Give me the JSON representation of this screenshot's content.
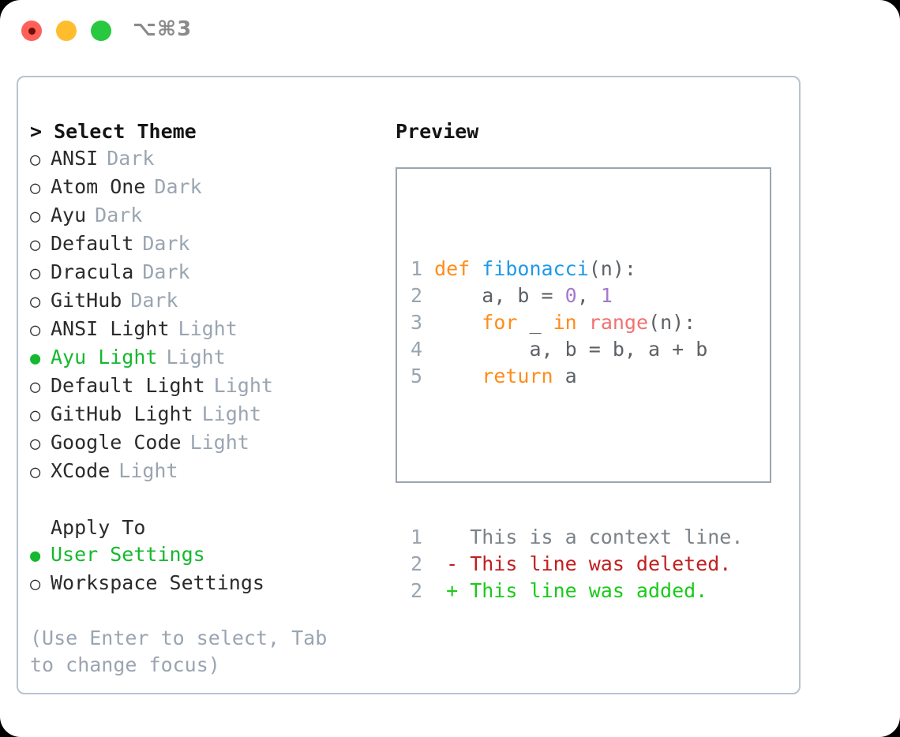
{
  "titlebar": {
    "shortcut": "⌥⌘3",
    "buttons": [
      {
        "name": "close",
        "color": "#ff6058"
      },
      {
        "name": "minimize",
        "color": "#ffbd2e"
      },
      {
        "name": "maximize",
        "color": "#28c840"
      }
    ]
  },
  "theme_picker": {
    "heading": "> Select Theme",
    "options": [
      {
        "label": "ANSI",
        "tag": "Dark",
        "selected": false
      },
      {
        "label": "Atom One",
        "tag": "Dark",
        "selected": false
      },
      {
        "label": "Ayu",
        "tag": "Dark",
        "selected": false
      },
      {
        "label": "Default",
        "tag": "Dark",
        "selected": false
      },
      {
        "label": "Dracula",
        "tag": "Dark",
        "selected": false
      },
      {
        "label": "GitHub",
        "tag": "Dark",
        "selected": false
      },
      {
        "label": "ANSI Light",
        "tag": "Light",
        "selected": false
      },
      {
        "label": "Ayu Light",
        "tag": "Light",
        "selected": true
      },
      {
        "label": "Default Light",
        "tag": "Light",
        "selected": false
      },
      {
        "label": "GitHub Light",
        "tag": "Light",
        "selected": false
      },
      {
        "label": "Google Code",
        "tag": "Light",
        "selected": false
      },
      {
        "label": "XCode",
        "tag": "Light",
        "selected": false
      }
    ],
    "marker_selected": "●",
    "marker_unselected": "○"
  },
  "apply_to": {
    "heading": "Apply To",
    "options": [
      {
        "label": "User Settings",
        "selected": true
      },
      {
        "label": "Workspace Settings",
        "selected": false
      }
    ]
  },
  "hint": "(Use Enter to select, Tab to change focus)",
  "preview": {
    "heading": "Preview",
    "code_lines": [
      {
        "num": "1",
        "tokens": [
          {
            "t": "def ",
            "c": "kw"
          },
          {
            "t": "fibonacci",
            "c": "fn"
          },
          {
            "t": "(n):",
            "c": "plain"
          }
        ]
      },
      {
        "num": "2",
        "tokens": [
          {
            "t": "    a, b = ",
            "c": "plain"
          },
          {
            "t": "0",
            "c": "num"
          },
          {
            "t": ", ",
            "c": "plain"
          },
          {
            "t": "1",
            "c": "num"
          }
        ]
      },
      {
        "num": "3",
        "tokens": [
          {
            "t": "    ",
            "c": "plain"
          },
          {
            "t": "for",
            "c": "kw"
          },
          {
            "t": " _ ",
            "c": "plain"
          },
          {
            "t": "in",
            "c": "kw"
          },
          {
            "t": " ",
            "c": "plain"
          },
          {
            "t": "range",
            "c": "call"
          },
          {
            "t": "(n):",
            "c": "plain"
          }
        ]
      },
      {
        "num": "4",
        "tokens": [
          {
            "t": "        a, b = b, a + b",
            "c": "plain"
          }
        ]
      },
      {
        "num": "5",
        "tokens": [
          {
            "t": "    ",
            "c": "plain"
          },
          {
            "t": "return",
            "c": "kw"
          },
          {
            "t": " a",
            "c": "plain"
          }
        ]
      }
    ],
    "diff_lines": [
      {
        "num": "1",
        "sign": " ",
        "text": "This is a context line.",
        "kind": "ctx"
      },
      {
        "num": "2",
        "sign": "-",
        "text": "This line was deleted.",
        "kind": "del"
      },
      {
        "num": "2",
        "sign": "+",
        "text": "This line was added.",
        "kind": "add"
      }
    ]
  },
  "colors": {
    "accent_green": "#15b82e",
    "tag_gray": "#9aa5b1",
    "keyword_orange": "#ff8c1a",
    "function_blue": "#1e9ae8",
    "number_purple": "#a37acc",
    "call_salmon": "#f07171",
    "diff_deleted": "#c02020",
    "diff_added": "#1aca1a",
    "panel_border": "#b9c2cf",
    "preview_border": "#9aa5b1"
  }
}
